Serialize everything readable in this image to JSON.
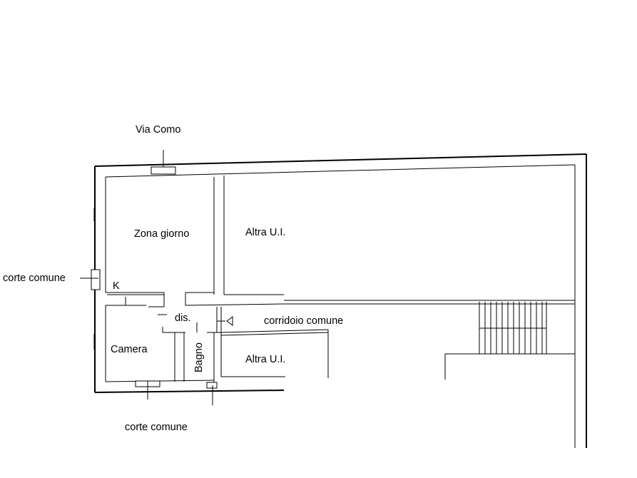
{
  "labels": {
    "via_como": "Via Como",
    "corte_comune_left": "corte comune",
    "corte_comune_bottom": "corte comune",
    "zona_giorno": "Zona giorno",
    "altra_ui_top": "Altra U.I.",
    "altra_ui_bottom": "Altra U.I.",
    "kitchen": "K",
    "disimpegno": "dis.",
    "corridoio_comune": "corridoio comune",
    "camera": "Camera",
    "bagno": "Bagno"
  },
  "colors": {
    "line": "#000000",
    "background": "#ffffff"
  }
}
